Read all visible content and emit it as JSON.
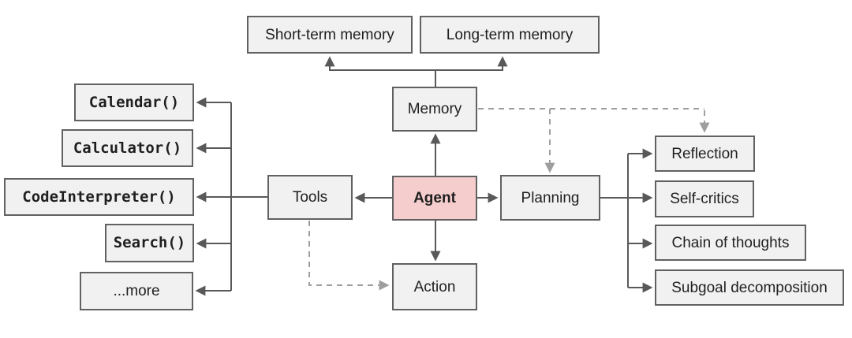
{
  "diagram": {
    "type": "flowchart",
    "topic": "Overview of an LLM-powered autonomous agent system",
    "nodes": {
      "agent": {
        "label": "Agent"
      },
      "memory": {
        "label": "Memory"
      },
      "short_term_memory": {
        "label": "Short-term memory"
      },
      "long_term_memory": {
        "label": "Long-term memory"
      },
      "tools": {
        "label": "Tools"
      },
      "calendar": {
        "label": "Calendar()"
      },
      "calculator": {
        "label": "Calculator()"
      },
      "code_interpreter": {
        "label": "CodeInterpreter()"
      },
      "search": {
        "label": "Search()"
      },
      "more": {
        "label": "...more"
      },
      "planning": {
        "label": "Planning"
      },
      "reflection": {
        "label": "Reflection"
      },
      "self_critics": {
        "label": "Self-critics"
      },
      "chain_of_thoughts": {
        "label": "Chain of thoughts"
      },
      "subgoal_decomposition": {
        "label": "Subgoal decomposition"
      },
      "action": {
        "label": "Action"
      }
    },
    "edges": [
      {
        "from": "memory",
        "to": "short_term_memory",
        "style": "solid",
        "arrow": "to"
      },
      {
        "from": "memory",
        "to": "long_term_memory",
        "style": "solid",
        "arrow": "to"
      },
      {
        "from": "agent",
        "to": "memory",
        "style": "solid",
        "arrow": "to"
      },
      {
        "from": "agent",
        "to": "tools",
        "style": "solid",
        "arrow": "to"
      },
      {
        "from": "agent",
        "to": "planning",
        "style": "solid",
        "arrow": "to"
      },
      {
        "from": "agent",
        "to": "action",
        "style": "solid",
        "arrow": "to"
      },
      {
        "from": "tools",
        "to": "calendar",
        "style": "solid",
        "arrow": "to"
      },
      {
        "from": "tools",
        "to": "calculator",
        "style": "solid",
        "arrow": "to"
      },
      {
        "from": "tools",
        "to": "code_interpreter",
        "style": "solid",
        "arrow": "to"
      },
      {
        "from": "tools",
        "to": "search",
        "style": "solid",
        "arrow": "to"
      },
      {
        "from": "tools",
        "to": "more",
        "style": "solid",
        "arrow": "to"
      },
      {
        "from": "planning",
        "to": "reflection",
        "style": "solid",
        "arrow": "to"
      },
      {
        "from": "planning",
        "to": "self_critics",
        "style": "solid",
        "arrow": "to"
      },
      {
        "from": "planning",
        "to": "chain_of_thoughts",
        "style": "solid",
        "arrow": "to"
      },
      {
        "from": "planning",
        "to": "subgoal_decomposition",
        "style": "solid",
        "arrow": "to"
      },
      {
        "from": "memory",
        "to": "planning",
        "style": "dashed",
        "arrow": "to"
      },
      {
        "from": "memory",
        "to": "reflection",
        "style": "dashed",
        "arrow": "to"
      },
      {
        "from": "tools",
        "to": "action",
        "style": "dashed",
        "arrow": "to"
      }
    ],
    "colors": {
      "background": "#ffffff",
      "node_fill": "#f1f1f1",
      "node_border": "#616161",
      "agent_fill": "#f5cdcd",
      "line_solid": "#595959",
      "line_dashed": "#9e9e9e"
    }
  }
}
